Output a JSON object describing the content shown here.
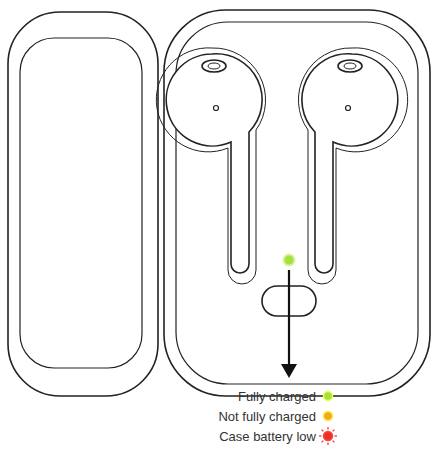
{
  "diagram": {
    "legend": [
      {
        "text": "Fully charged",
        "color": "#a6e03c"
      },
      {
        "text": "Not fully charged",
        "color": "#f5a623"
      },
      {
        "text": "Case battery low",
        "color": "#e8302a"
      }
    ]
  }
}
